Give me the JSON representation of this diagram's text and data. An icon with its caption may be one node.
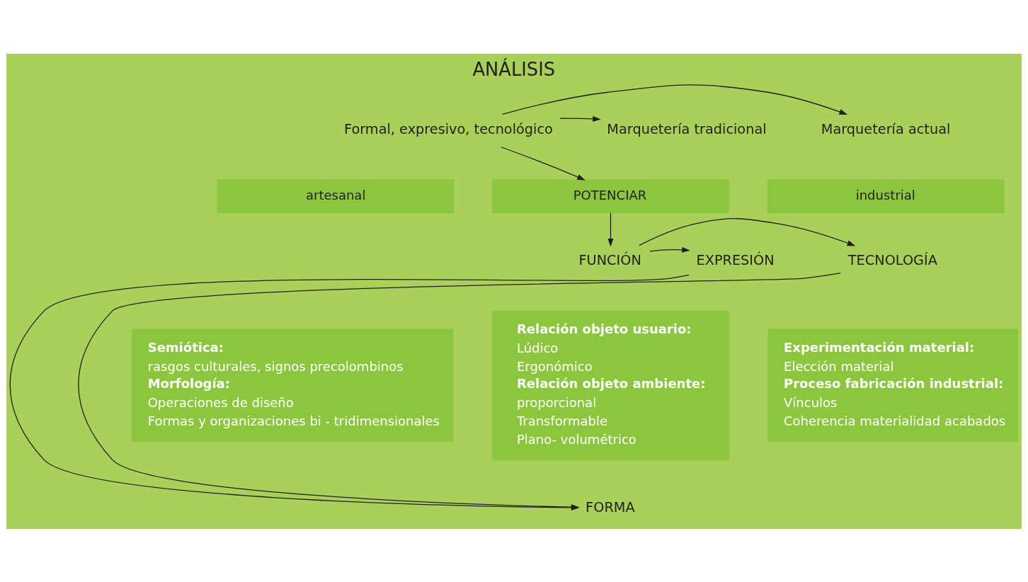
{
  "diagram": {
    "title": "ANÁLISIS",
    "nodes": [
      {
        "text": [
          "Formal, expresivo, tecnológico"
        ]
      },
      {
        "text": [
          "Marquetería tradicional"
        ]
      },
      {
        "text": [
          "Marquetería actual"
        ]
      },
      {
        "text": [
          "artesanal"
        ]
      },
      {
        "text": [
          "POTENCIAR"
        ]
      },
      {
        "text": [
          "industrial"
        ]
      },
      {
        "text": [
          "FUNCIÓN"
        ]
      },
      {
        "text": [
          "EXPRESIÓN"
        ]
      },
      {
        "text": [
          "TECNOLOGÍA"
        ]
      },
      {
        "text": [
          "Semiótica:",
          "rasgos culturales, signos precolombinos",
          "Morfología:",
          "Operaciones de diseño",
          "Formas y organizaciones bi - tridimensionales"
        ]
      },
      {
        "text": [
          "Relación objeto usuario:",
          "Lúdico",
          "Ergonómico",
          "Relación objeto ambiente:",
          "proporcional",
          "Transformable",
          "Plano- volumétrico"
        ]
      },
      {
        "text": [
          "Experimentación material:",
          "Elección material",
          "Proceso fabricación industrial:",
          "Vínculos",
          "Coherencia materialidad acabados"
        ]
      },
      {
        "text": [
          "FORMA"
        ]
      }
    ],
    "edges": [
      {
        "from": 0,
        "to": 1,
        "arrow": "to"
      },
      {
        "from": 0,
        "to": 2,
        "arrow": "to"
      },
      {
        "from": 0,
        "to": 4,
        "arrow": "to"
      },
      {
        "from": 4,
        "to": 6,
        "arrow": "to"
      },
      {
        "from": 6,
        "to": 7,
        "arrow": "to"
      },
      {
        "from": 6,
        "to": 8,
        "arrow": "to"
      },
      {
        "from": 7,
        "to": 12,
        "arrow": "to"
      },
      {
        "from": 8,
        "to": 12,
        "arrow": "to"
      }
    ]
  }
}
